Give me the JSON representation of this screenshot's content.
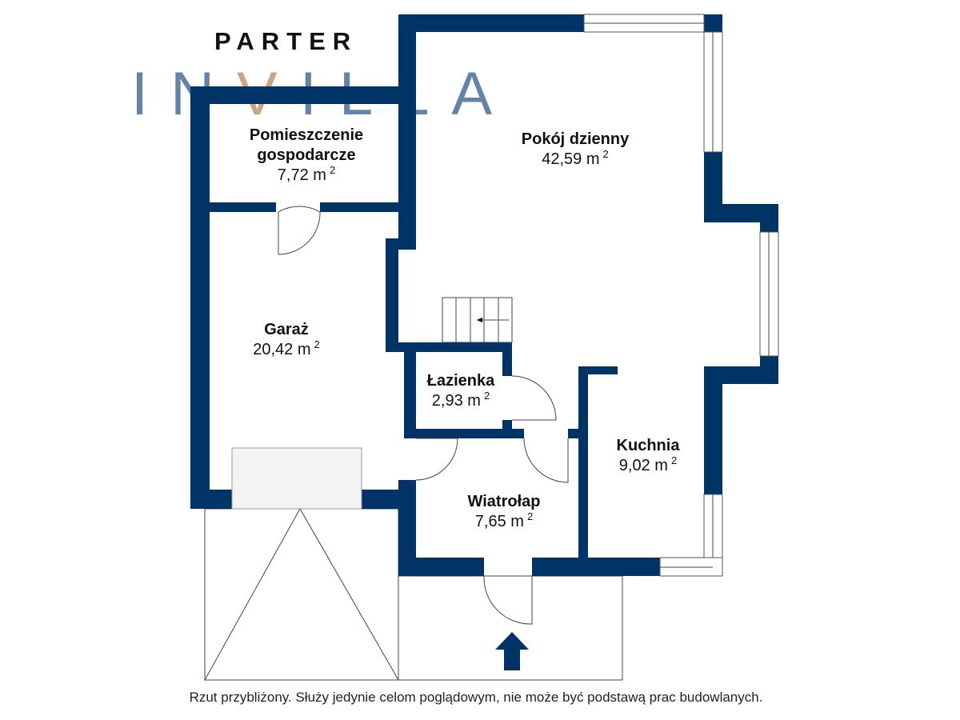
{
  "title": "PARTER",
  "logo": {
    "text_before": "IN",
    "text_v": "V",
    "text_after": "ILLA"
  },
  "rooms": [
    {
      "name_line1": "Pomieszczenie",
      "name_line2": "gospodarcze",
      "area": "7,72 m",
      "unit_exp": "2"
    },
    {
      "name": "Pokój dzienny",
      "area": "42,59 m",
      "unit_exp": "2"
    },
    {
      "name": "Garaż",
      "area": "20,42 m",
      "unit_exp": "2"
    },
    {
      "name": "Łazienka",
      "area": "2,93 m",
      "unit_exp": "2"
    },
    {
      "name": "Kuchnia",
      "area": "9,02 m",
      "unit_exp": "2"
    },
    {
      "name": "Wiatrołap",
      "area": "7,65 m",
      "unit_exp": "2"
    }
  ],
  "disclaimer": "Rzut przybliżony. Służy jedynie celom poglądowym, nie może być podstawą prac budowlanych.",
  "colors": {
    "wall": "#003366",
    "logo_blue": "#3c6491",
    "logo_tan": "#be966e"
  }
}
